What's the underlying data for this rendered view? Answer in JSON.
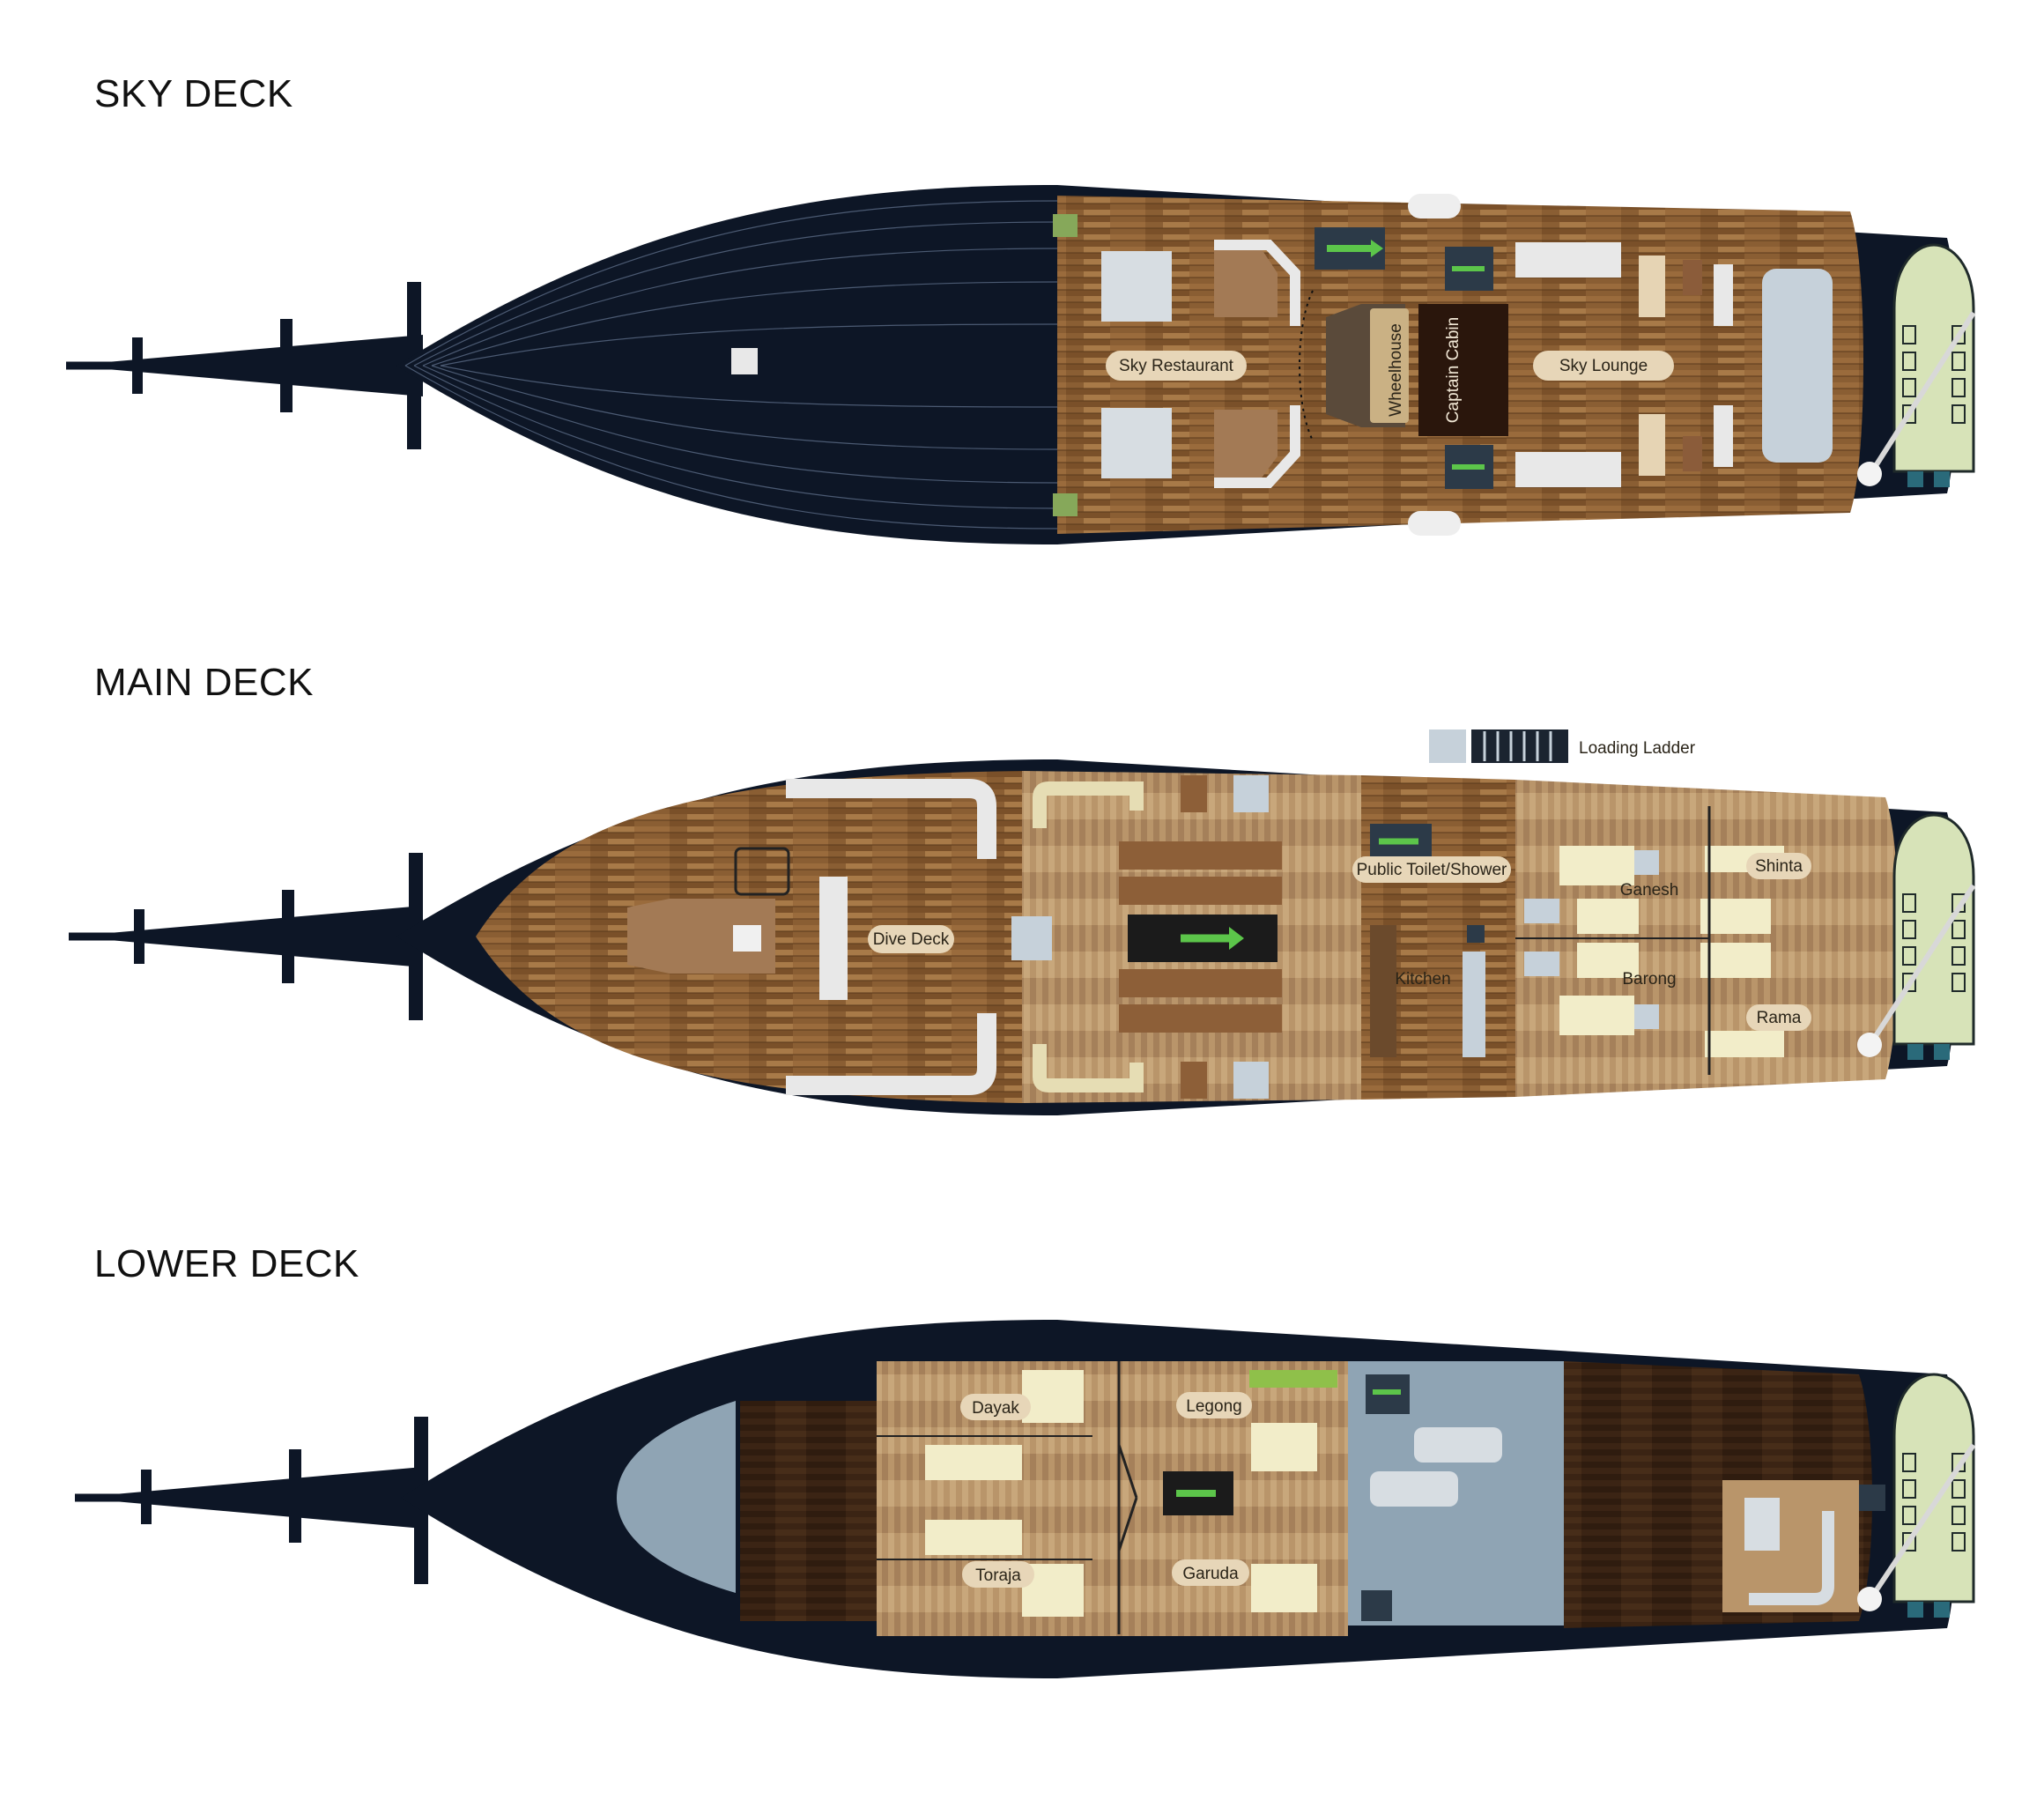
{
  "decks": {
    "sky": {
      "title": "SKY DECK",
      "labels": {
        "restaurant": "Sky Restaurant",
        "wheelhouse": "Wheelhouse",
        "captain_cabin": "Captain Cabin",
        "lounge": "Sky Lounge"
      }
    },
    "main": {
      "title": "MAIN DECK",
      "labels": {
        "loading_ladder": "Loading Ladder",
        "dive_deck": "Dive Deck",
        "public_toilet": "Public Toilet/Shower",
        "kitchen": "Kitchen",
        "ganesh": "Ganesh",
        "barong": "Barong",
        "shinta": "Shinta",
        "rama": "Rama"
      }
    },
    "lower": {
      "title": "LOWER DECK",
      "labels": {
        "dayak": "Dayak",
        "legong": "Legong",
        "toraja": "Toraja",
        "garuda": "Garuda"
      }
    }
  },
  "colors": {
    "hull": "#0d1626",
    "hull_lines": "#5b6b86",
    "wood": "#8a5e33",
    "wood_light": "#b79062",
    "wood_dark": "#3e2614",
    "tender": "#d7e3b8",
    "stair_arrow": "#5cc54a",
    "bed": "#f2edc9",
    "pool": "#8fa4b4",
    "label_pill": "#e7d6b8"
  }
}
